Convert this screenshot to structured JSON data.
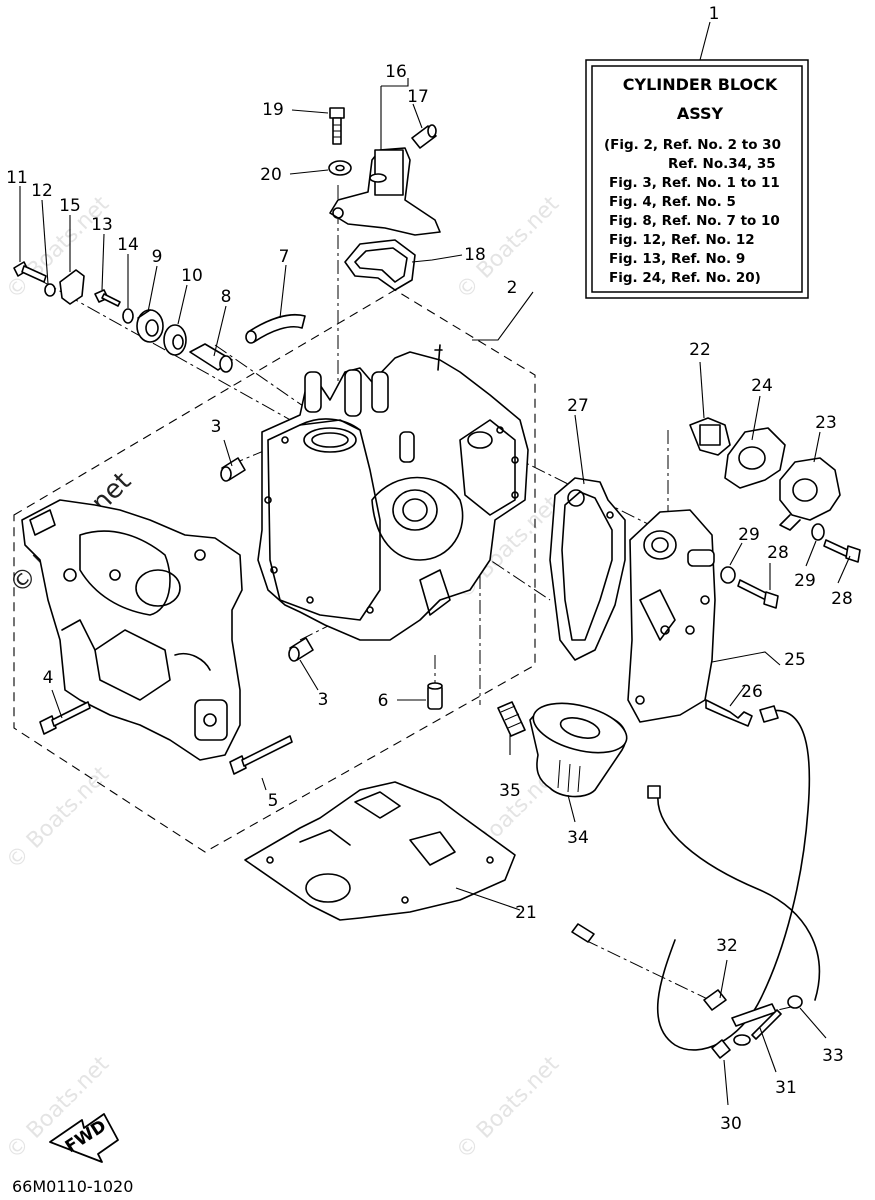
{
  "info_box": {
    "title_line1": "CYLINDER BLOCK",
    "title_line2": "ASSY",
    "refs": [
      "(Fig. 2, Ref. No. 2 to 30",
      "Ref. No.34, 35",
      "Fig. 3, Ref. No. 1 to 11",
      "Fig. 4, Ref. No. 5",
      "Fig. 8, Ref. No. 7 to 10",
      "Fig. 12, Ref. No. 12",
      "Fig. 13, Ref. No. 9",
      "Fig. 24, Ref. No. 20)"
    ]
  },
  "callouts": {
    "c1": "1",
    "c2": "2",
    "c3a": "3",
    "c3b": "3",
    "c4": "4",
    "c5": "5",
    "c6": "6",
    "c7": "7",
    "c8": "8",
    "c9": "9",
    "c10": "10",
    "c11": "11",
    "c12": "12",
    "c13": "13",
    "c14": "14",
    "c15": "15",
    "c16": "16",
    "c17": "17",
    "c18": "18",
    "c19": "19",
    "c20": "20",
    "c21": "21",
    "c22": "22",
    "c23": "23",
    "c24": "24",
    "c25": "25",
    "c26": "26",
    "c27": "27",
    "c28a": "28",
    "c28b": "28",
    "c29a": "29",
    "c29b": "29",
    "c30": "30",
    "c31": "31",
    "c32": "32",
    "c33": "33",
    "c34": "34",
    "c35": "35"
  },
  "fwd_label": "FWD",
  "diagram_code": "66M0110-1020",
  "watermark": "© Boats.net",
  "watermark_dark": "© Boats.net"
}
